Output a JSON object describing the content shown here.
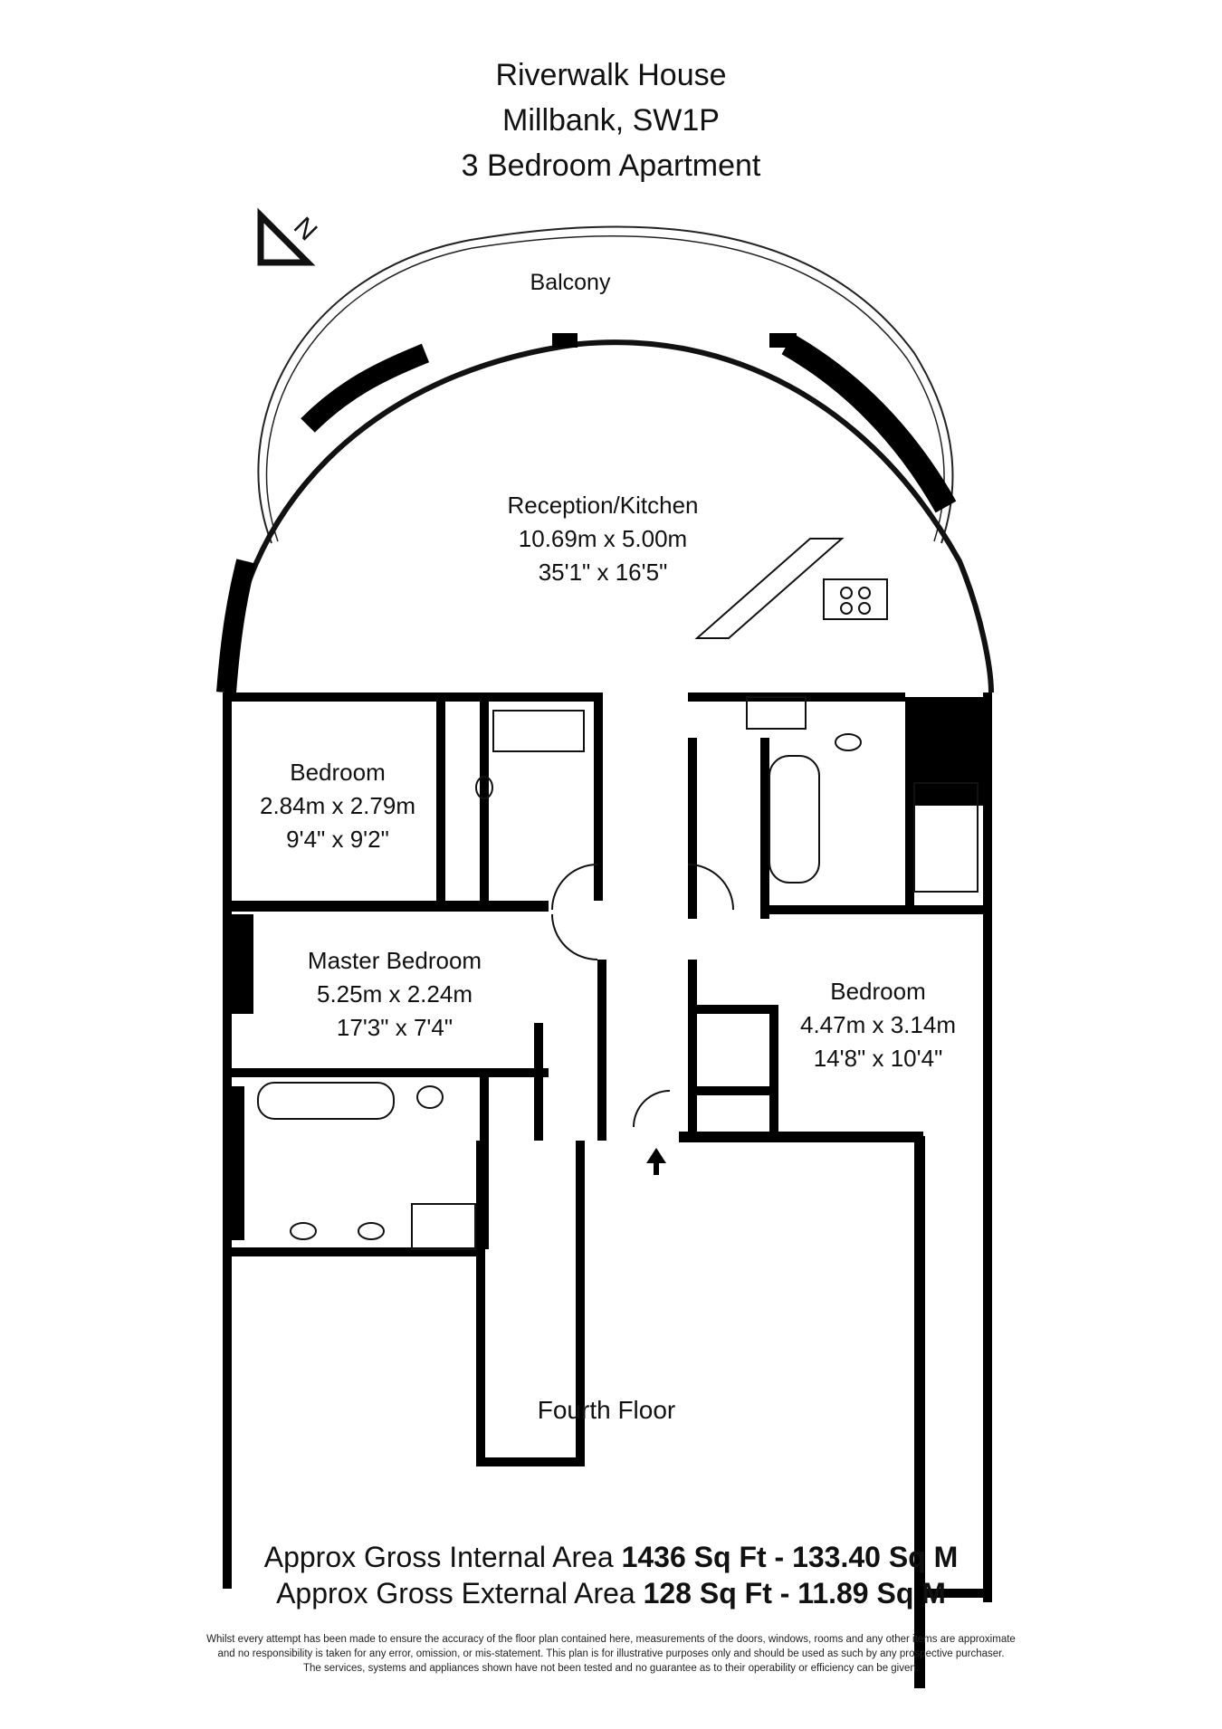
{
  "header": {
    "building": "Riverwalk House",
    "address": "Millbank, SW1P",
    "property_type": "3 Bedroom Apartment"
  },
  "compass": {
    "label": "N"
  },
  "rooms": {
    "balcony": {
      "name": "Balcony"
    },
    "reception": {
      "name": "Reception/Kitchen",
      "metric": "10.69m x 5.00m",
      "imperial": "35'1\" x 16'5\""
    },
    "bedroom_1": {
      "name": "Bedroom",
      "metric": "2.84m x 2.79m",
      "imperial": "9'4\" x 9'2\""
    },
    "master_bedroom": {
      "name": "Master Bedroom",
      "metric": "5.25m x 2.24m",
      "imperial": "17'3\" x 7'4\""
    },
    "bedroom_2": {
      "name": "Bedroom",
      "metric": "4.47m x 3.14m",
      "imperial": "14'8\" x 10'4\""
    }
  },
  "floor_label": "Fourth Floor",
  "areas": {
    "internal_label": "Approx Gross Internal Area",
    "internal_value": "1436 Sq Ft - 133.40 Sq M",
    "external_label": "Approx Gross External Area",
    "external_value": "128 Sq Ft - 11.89 Sq M"
  },
  "disclaimer": [
    "Whilst every attempt has been made to ensure the accuracy of the floor plan contained here, measurements of the doors, windows, rooms and any other items are approximate",
    "and no responsibility is taken for any error, omission, or mis-statement. This plan is for illustrative purposes only and should be used as such by any prospective purchaser.",
    "The services, systems and appliances shown have not been tested and no guarantee as to their operability or efficiency can be given."
  ]
}
